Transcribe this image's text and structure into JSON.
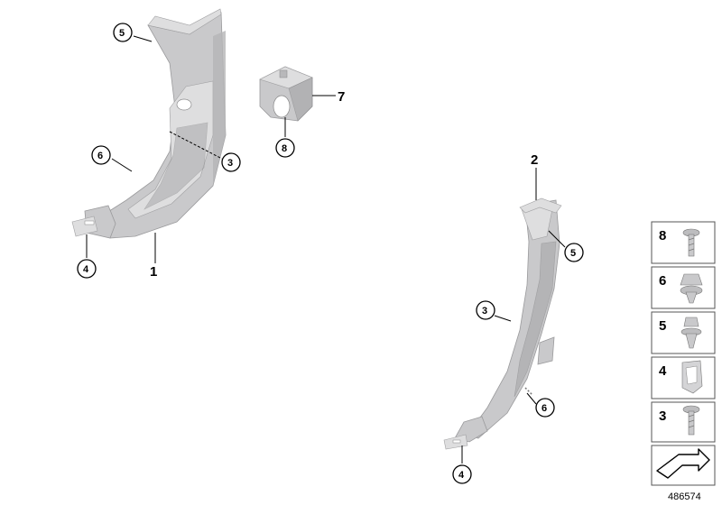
{
  "diagram": {
    "callouts_left": [
      "5",
      "6",
      "3",
      "4",
      "8"
    ],
    "callouts_right": [
      "5",
      "3",
      "6",
      "4"
    ],
    "part_labels": [
      "1",
      "7",
      "2"
    ],
    "legend": [
      {
        "num": "8",
        "icon": "screw-icon"
      },
      {
        "num": "6",
        "icon": "clip-nut-icon"
      },
      {
        "num": "5",
        "icon": "expanding-clip-icon"
      },
      {
        "num": "4",
        "icon": "bracket-clip-icon"
      },
      {
        "num": "3",
        "icon": "oval-screw-icon"
      }
    ],
    "reference_number": "486574",
    "accent_color": "#c9c9cb"
  }
}
